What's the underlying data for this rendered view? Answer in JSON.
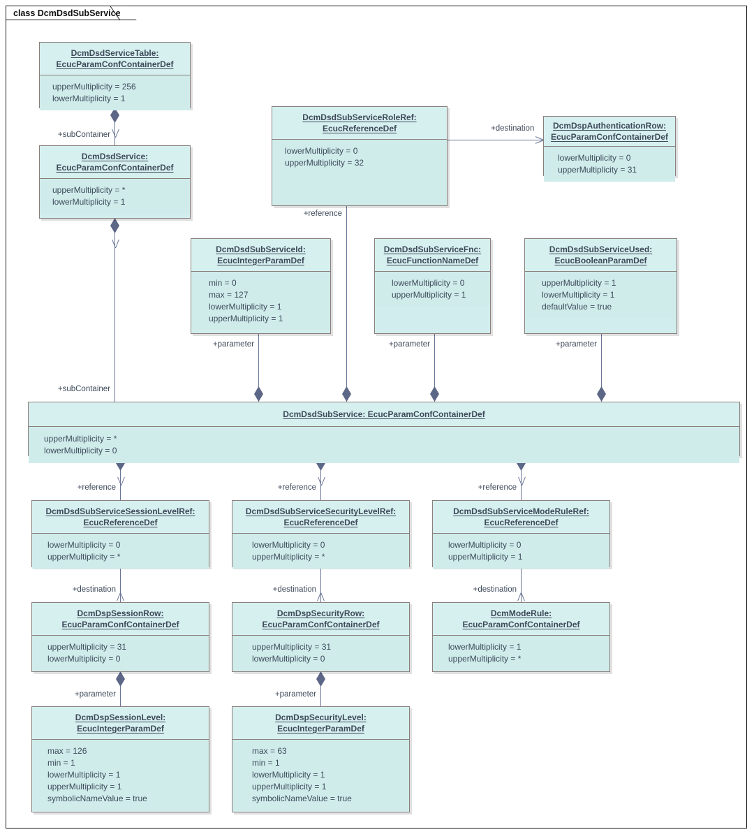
{
  "frame": {
    "title": "class DcmDsdSubService"
  },
  "colors": {
    "box_fill": "#d2eded",
    "box_header_fill": "#d6efef",
    "box_border": "#8a7f7b",
    "connector": "#6a7596",
    "diamond": "#5c6686",
    "text": "#3e4a5a",
    "frame_border": "#1a1a1a"
  },
  "classes": [
    {
      "id": "dcmDsdServiceTable",
      "name": "DcmDsdServiceTable:",
      "stereotype": "EcucParamConfContainerDef",
      "attributes": [
        "upperMultiplicity = 256",
        "lowerMultiplicity = 1"
      ]
    },
    {
      "id": "dcmDsdService",
      "name": "DcmDsdService:",
      "stereotype": "EcucParamConfContainerDef",
      "attributes": [
        "upperMultiplicity = *",
        "lowerMultiplicity = 1"
      ]
    },
    {
      "id": "dcmDsdSubServiceRoleRef",
      "name": "DcmDsdSubServiceRoleRef:",
      "stereotype": "EcucReferenceDef",
      "attributes": [
        "lowerMultiplicity = 0",
        "upperMultiplicity = 32"
      ]
    },
    {
      "id": "dcmDspAuthenticationRow",
      "name": "DcmDspAuthenticationRow:",
      "stereotype": "EcucParamConfContainerDef",
      "attributes": [
        "lowerMultiplicity = 0",
        "upperMultiplicity = 31"
      ]
    },
    {
      "id": "dcmDsdSubServiceId",
      "name": "DcmDsdSubServiceId:",
      "stereotype": "EcucIntegerParamDef",
      "attributes": [
        "min = 0",
        "max = 127",
        "lowerMultiplicity = 1",
        "upperMultiplicity = 1"
      ]
    },
    {
      "id": "dcmDsdSubServiceFnc",
      "name": "DcmDsdSubServiceFnc:",
      "stereotype": "EcucFunctionNameDef",
      "attributes": [
        "lowerMultiplicity = 0",
        "upperMultiplicity = 1"
      ]
    },
    {
      "id": "dcmDsdSubServiceUsed",
      "name": "DcmDsdSubServiceUsed:",
      "stereotype": "EcucBooleanParamDef",
      "attributes": [
        "upperMultiplicity = 1",
        "lowerMultiplicity = 1",
        "defaultValue = true"
      ]
    },
    {
      "id": "dcmDsdSubService",
      "name": "DcmDsdSubService: EcucParamConfContainerDef",
      "stereotype": "",
      "attributes": [
        "upperMultiplicity = *",
        "lowerMultiplicity = 0"
      ]
    },
    {
      "id": "dcmDsdSubServiceSessionLevelRef",
      "name": "DcmDsdSubServiceSessionLevelRef:",
      "stereotype": "EcucReferenceDef",
      "attributes": [
        "lowerMultiplicity = 0",
        "upperMultiplicity = *"
      ]
    },
    {
      "id": "dcmDsdSubServiceSecurityLevelRef",
      "name": "DcmDsdSubServiceSecurityLevelRef:",
      "stereotype": "EcucReferenceDef",
      "attributes": [
        "lowerMultiplicity = 0",
        "upperMultiplicity = *"
      ]
    },
    {
      "id": "dcmDsdSubServiceModeRuleRef",
      "name": "DcmDsdSubServiceModeRuleRef:",
      "stereotype": "EcucReferenceDef",
      "attributes": [
        "lowerMultiplicity = 0",
        "upperMultiplicity = 1"
      ]
    },
    {
      "id": "dcmDspSessionRow",
      "name": "DcmDspSessionRow:",
      "stereotype": "EcucParamConfContainerDef",
      "attributes": [
        "upperMultiplicity = 31",
        "lowerMultiplicity = 0"
      ]
    },
    {
      "id": "dcmDspSecurityRow",
      "name": "DcmDspSecurityRow:",
      "stereotype": "EcucParamConfContainerDef",
      "attributes": [
        "upperMultiplicity = 31",
        "lowerMultiplicity = 0"
      ]
    },
    {
      "id": "dcmModeRule",
      "name": "DcmModeRule:",
      "stereotype": "EcucParamConfContainerDef",
      "attributes": [
        "lowerMultiplicity = 1",
        "upperMultiplicity = *"
      ]
    },
    {
      "id": "dcmDspSessionLevel",
      "name": "DcmDspSessionLevel:",
      "stereotype": "EcucIntegerParamDef",
      "attributes": [
        "max = 126",
        "min = 1",
        "lowerMultiplicity = 1",
        "upperMultiplicity = 1",
        "symbolicNameValue = true"
      ]
    },
    {
      "id": "dcmDspSecurityLevel",
      "name": "DcmDspSecurityLevel:",
      "stereotype": "EcucIntegerParamDef",
      "attributes": [
        "max = 63",
        "min = 1",
        "lowerMultiplicity = 1",
        "upperMultiplicity = 1",
        "symbolicNameValue = true"
      ]
    }
  ],
  "roles": {
    "sub_container_top": "+subContainer",
    "sub_container_main": "+subContainer",
    "reference_role_ref": "+reference",
    "destination_auth": "+destination",
    "parameter_id": "+parameter",
    "parameter_fnc": "+parameter",
    "parameter_used": "+parameter",
    "reference_session": "+reference",
    "reference_security": "+reference",
    "reference_mode": "+reference",
    "destination_session": "+destination",
    "destination_security": "+destination",
    "destination_mode": "+destination",
    "parameter_session_level": "+parameter",
    "parameter_security_level": "+parameter"
  }
}
